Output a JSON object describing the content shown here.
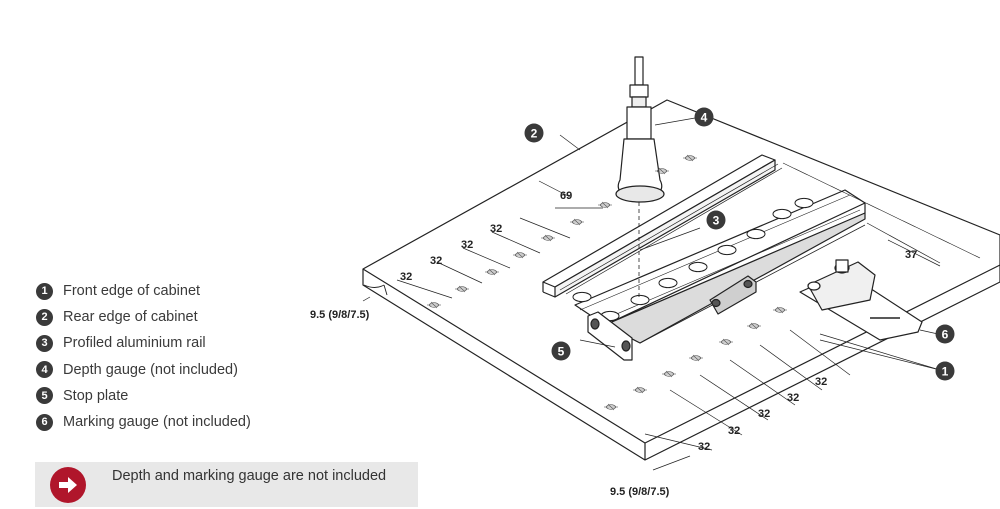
{
  "legend": [
    {
      "num": "1",
      "label": "Front edge of cabinet"
    },
    {
      "num": "2",
      "label": "Rear edge of cabinet"
    },
    {
      "num": "3",
      "label": "Profiled aluminium rail"
    },
    {
      "num": "4",
      "label": "Depth gauge (not included)"
    },
    {
      "num": "5",
      "label": "Stop plate"
    },
    {
      "num": "6",
      "label": "Marking gauge (not included)"
    }
  ],
  "callouts": {
    "c1": "1",
    "c2": "2",
    "c3": "3",
    "c4": "4",
    "c5": "5",
    "c6": "6"
  },
  "dimensions": {
    "offset_left": "9.5 (9/8/7.5)",
    "offset_bottom": "9.5 (9/8/7.5)",
    "depth": "69",
    "gauge_offset": "37",
    "pitch": "32"
  },
  "note": {
    "text": "Depth and marking gauge are not included"
  },
  "colors": {
    "callout": "#3a3a3a",
    "note_icon": "#b0162b",
    "note_bg": "#e8e8e8"
  }
}
